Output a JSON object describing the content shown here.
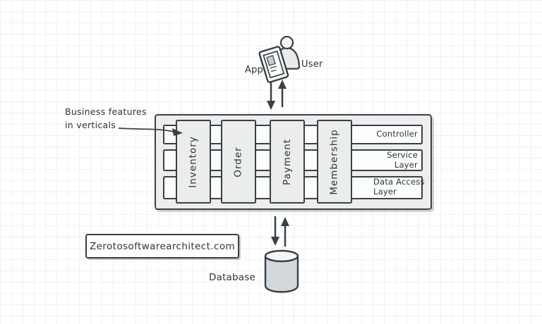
{
  "diagram": {
    "top": {
      "app_label": "App",
      "user_label": "User"
    },
    "annotation": {
      "line1": "Business features",
      "line2": "in verticals"
    },
    "verticals": [
      "Inventory",
      "Order",
      "Payment",
      "Membership"
    ],
    "layers": [
      {
        "name": "Controller",
        "lines": [
          "Controller"
        ]
      },
      {
        "name": "Service Layer",
        "lines": [
          "Service",
          "Layer"
        ]
      },
      {
        "name": "Data Access Layer",
        "lines": [
          "Data Access",
          "Layer"
        ]
      }
    ],
    "bottom": {
      "website": "Zerotosoftwarearchitect.com",
      "database_label": "Database"
    }
  },
  "colors": {
    "outline": "#3a4045",
    "container_fill": "#ededee",
    "layer_fill": "#fcfdfd",
    "vertical_fill": "#ebecec",
    "cylinder_fill": "#d3d8dc",
    "text": "#2e343a",
    "grid_line": "#eef1f3"
  }
}
